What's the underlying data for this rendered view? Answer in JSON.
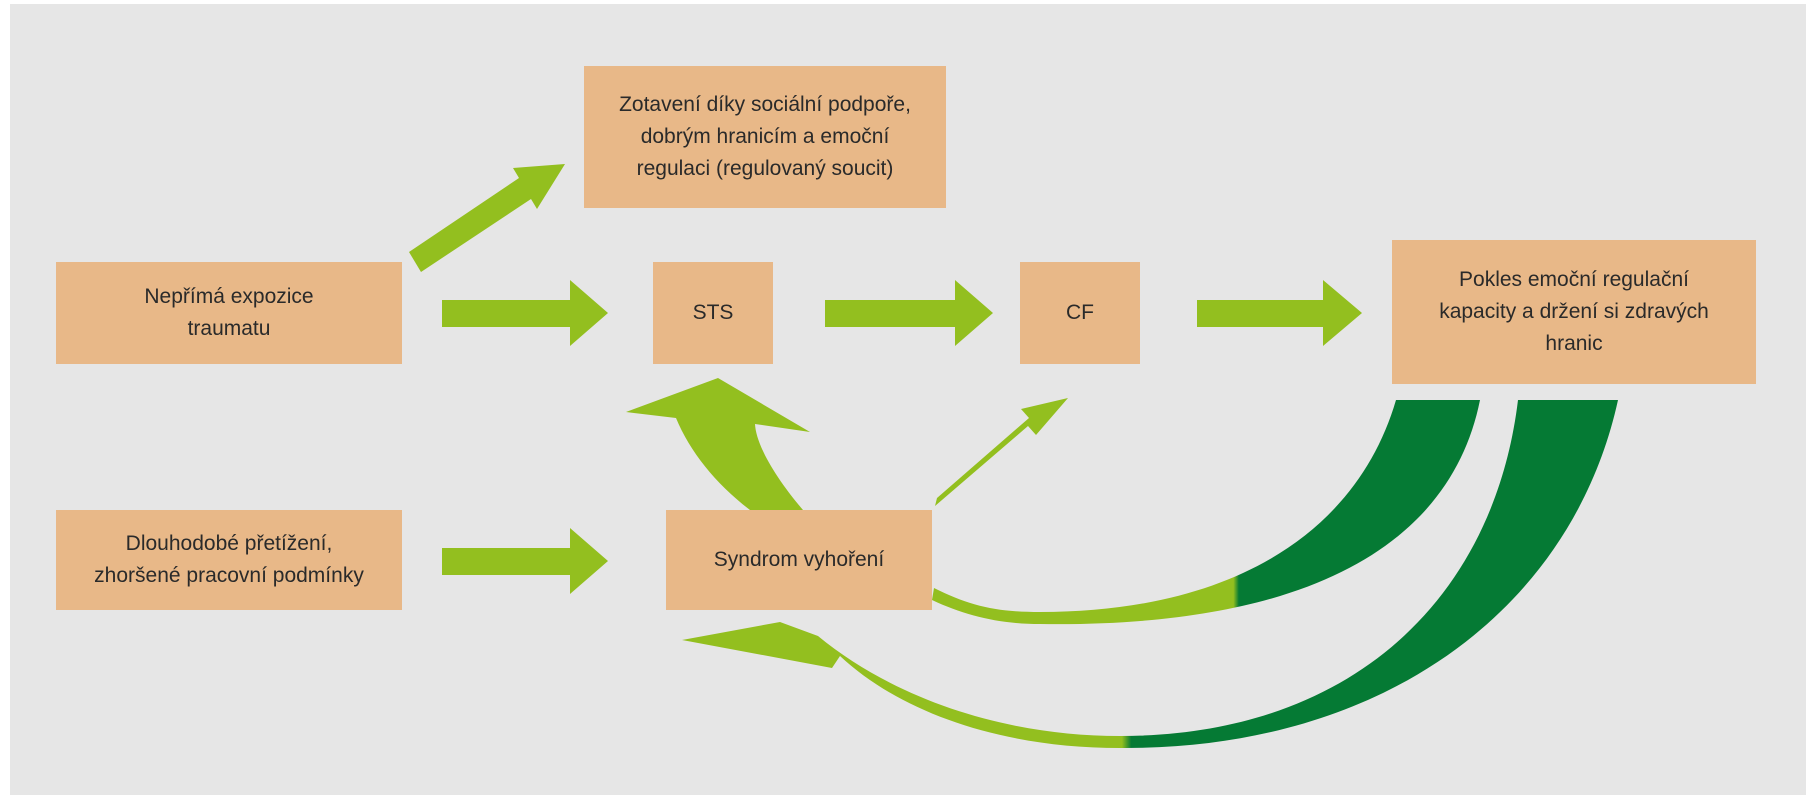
{
  "colors": {
    "panel_background": "#e6e6e6",
    "node_fill": "#e8b888",
    "arrow_light_green": "#93bf1f",
    "arrow_dark_green": "#057a34",
    "text": "#2a2a2a"
  },
  "nodes": {
    "recovery": {
      "lines": [
        "Zotavení díky sociální podpoře,",
        "dobrým hranicím a emoční",
        "regulaci (regulovaný soucit)"
      ]
    },
    "indirect_exposure": {
      "lines": [
        "Nepřímá expozice",
        "traumatu"
      ]
    },
    "sts": {
      "lines": [
        "STS"
      ]
    },
    "cf": {
      "lines": [
        "CF"
      ]
    },
    "decline": {
      "lines": [
        "Pokles emoční regulační",
        "kapacity a držení si zdravých",
        "hranic"
      ]
    },
    "overload": {
      "lines": [
        "Dlouhodobé přetížení,",
        "zhoršené pracovní podmínky"
      ]
    },
    "burnout": {
      "lines": [
        "Syndrom vyhoření"
      ]
    }
  },
  "arrows": [
    {
      "from": "indirect_exposure",
      "to": "recovery",
      "color": "arrow_light_green"
    },
    {
      "from": "indirect_exposure",
      "to": "sts",
      "color": "arrow_light_green"
    },
    {
      "from": "sts",
      "to": "cf",
      "color": "arrow_light_green"
    },
    {
      "from": "cf",
      "to": "decline",
      "color": "arrow_light_green"
    },
    {
      "from": "overload",
      "to": "burnout",
      "color": "arrow_light_green"
    },
    {
      "from": "burnout",
      "to": "sts",
      "color": "arrow_light_green"
    },
    {
      "from": "burnout",
      "to": "cf",
      "color": "arrow_light_green"
    },
    {
      "from": "decline",
      "to": "burnout",
      "color": "arrow_dark_green",
      "note_style": "curved feedback (inner)"
    },
    {
      "from": "decline",
      "to": "burnout",
      "color": "arrow_dark_green",
      "note_style": "curved feedback (outer)"
    }
  ]
}
